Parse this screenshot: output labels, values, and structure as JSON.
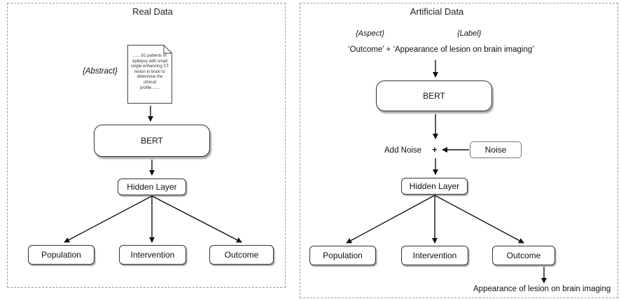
{
  "left_panel": {
    "title": "Real Data",
    "abstract_label": "{Abstract}",
    "document_lines": [
      "...... 81 patients of",
      "epilepsy with small",
      "single enhancing CT",
      "lesion in brain to",
      "determine the clinical",
      "profile ......"
    ],
    "bert_label": "BERT",
    "hidden_label": "Hidden Layer",
    "outputs": [
      "Population",
      "Intervention",
      "Outcome"
    ]
  },
  "right_panel": {
    "title": "Artificial Data",
    "aspect_label": "{Aspect}",
    "label_label": "{Label}",
    "input_text": "‘Outcome’ +  ‘Appearance of lesion on brain imaging’",
    "bert_label": "BERT",
    "add_noise_label": "Add Noise",
    "plus_sign": "+",
    "noise_label": "Noise",
    "hidden_label": "Hidden Layer",
    "outputs": [
      "Population",
      "Intervention",
      "Outcome"
    ],
    "result_text": "Appearance of lesion on brain imaging"
  }
}
